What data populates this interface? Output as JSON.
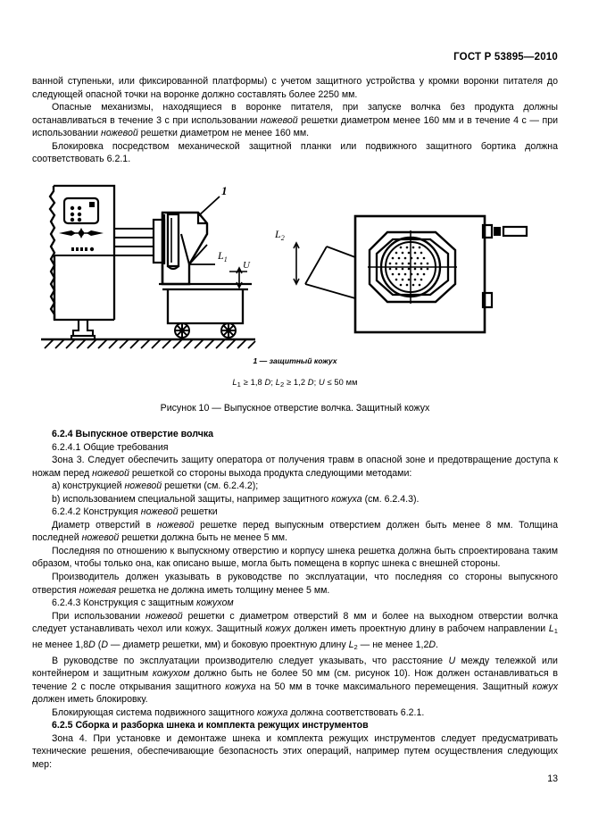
{
  "header": {
    "standard": "ГОСТ Р 53895—2010"
  },
  "page_number": "13",
  "paragraphs": {
    "p1_line": "ванной ступеньки, или фиксированной платформы) с учетом защитного устройства у кромки воронки питателя до следующей опасной точки на воронке должно составлять более 2250 мм.",
    "p2_a": "Опасные механизмы, находящиеся в воронке питателя, при запуске волчка без продукта должны останавливаться в течение 3 с при использовании ",
    "p2_it1": "ножевой",
    "p2_b": " решетки диаметром менее 160 мм и в течение 4 с — при использовании ",
    "p2_it2": "ножевой",
    "p2_c": " решетки диаметром не менее 160 мм.",
    "p3": "Блокировка посредством механической защитной планки или подвижного защитного бортика должна соответствовать 6.2.1."
  },
  "figure": {
    "callout_1": "1",
    "label_L1": "L",
    "label_L1_sub": "1",
    "label_L2": "L",
    "label_L2_sub": "2",
    "label_U": "U",
    "legend": "1 — защитный кожух",
    "formula_L1": "L",
    "formula_L1_sub": "1",
    "formula_mid1": " ≥ 1,8 ",
    "formula_D1": "D",
    "formula_sep1": "; ",
    "formula_L2": "L",
    "formula_L2_sub": "2",
    "formula_mid2": " ≥ 1,2 ",
    "formula_D2": "D",
    "formula_sep2": "; ",
    "formula_U": "U",
    "formula_end": " ≤ 50 мм",
    "caption": "Рисунок 10 — Выпускное отверстие волчка. Защитный кожух"
  },
  "sections": {
    "s624_title": "6.2.4  Выпускное отверстие волчка",
    "s6241_title": "6.2.4.1  Общие требования",
    "s6241_p_a": "Зона 3. Следует обеспечить защиту оператора от получения травм в опасной зоне и предотвращение доступа к ножам перед ",
    "s6241_p_it": "ножевой",
    "s6241_p_b": " решеткой со стороны выхода продукта следующими методами:",
    "list_a_pre": "a) конструкцией ",
    "list_a_it": "ножевой",
    "list_a_post": " решетки (см. 6.2.4.2);",
    "list_b_pre": "b) использованием специальной защиты, например защитного ",
    "list_b_it": "кожуха",
    "list_b_post": " (см. 6.2.4.3).",
    "s6242_title_pre": "6.2.4.2  Конструкция ",
    "s6242_title_it": "ножевой",
    "s6242_title_post": " решетки",
    "s6242_p1_a": "Диаметр отверстий в ",
    "s6242_p1_it1": "ножевой",
    "s6242_p1_b": " решетке перед выпускным отверстием должен быть менее 8 мм. Толщина последней ",
    "s6242_p1_it2": "ножевой",
    "s6242_p1_c": " решетки должна быть не менее 5 мм.",
    "s6242_p2": "Последняя по отношению к выпускному отверстию и корпусу шнека решетка должна быть спроектирована таким образом, чтобы только она, как описано выше, могла быть помещена в корпус шнека с внешней стороны.",
    "s6242_p3_a": "Производитель должен указывать в руководстве по эксплуатации, что последняя со стороны выпускного отверстия ",
    "s6242_p3_it": "ножевая",
    "s6242_p3_b": " решетка не должна иметь толщину менее 5 мм.",
    "s6243_title_pre": "6.2.4.3  Конструкция с защитным ",
    "s6243_title_it": "кожухом",
    "s6243_p1_a": "При использовании ",
    "s6243_p1_it1": "ножевой",
    "s6243_p1_b": " решетки с диаметром отверстий 8 мм и более на выходном отверстии волчка следует устанавливать чехол или кожух. Защитный ",
    "s6243_p1_it2": "кожух",
    "s6243_p1_c": " должен иметь проектную длину в рабочем направлении ",
    "s6243_p1_L1": "L",
    "s6243_p1_L1sub": "1",
    "s6243_p1_d": " не менее 1,8",
    "s6243_p1_D1": "D",
    "s6243_p1_e": " (",
    "s6243_p1_D2": "D",
    "s6243_p1_f": " — диаметр решетки, мм) и боковую проектную длину ",
    "s6243_p1_L2": "L",
    "s6243_p1_L2sub": "2",
    "s6243_p1_g": " — не менее 1,2",
    "s6243_p1_D3": "D",
    "s6243_p1_h": ".",
    "s6243_p2_a": "В руководстве по эксплуатации производителю следует указывать, что расстояние ",
    "s6243_p2_U": "U",
    "s6243_p2_b": " между тележкой или контейнером и защитным ",
    "s6243_p2_it1": "кожухом",
    "s6243_p2_c": " должно быть не более 50 мм (см. рисунок 10). Нож должен останавливаться в течение 2 с после открывания защитного ",
    "s6243_p2_it2": "кожуха",
    "s6243_p2_d": " на 50 мм в точке максимального перемещения. Защитный ",
    "s6243_p2_it3": "кожух",
    "s6243_p2_e": " должен иметь блокировку.",
    "s6243_p3_a": "Блокирующая система подвижного защитного ",
    "s6243_p3_it": "кожуха",
    "s6243_p3_b": " должна соответствовать 6.2.1.",
    "s625_title": "6.2.5  Сборка и разборка шнека и комплекта режущих инструментов",
    "s625_p": "Зона 4. При установке и демонтаже шнека и комплекта режущих инструментов следует предусматривать технические решения, обеспечивающие безопасность этих операций, например путем осуществления следующих мер:"
  },
  "colors": {
    "ink": "#000000",
    "paper": "#ffffff"
  }
}
